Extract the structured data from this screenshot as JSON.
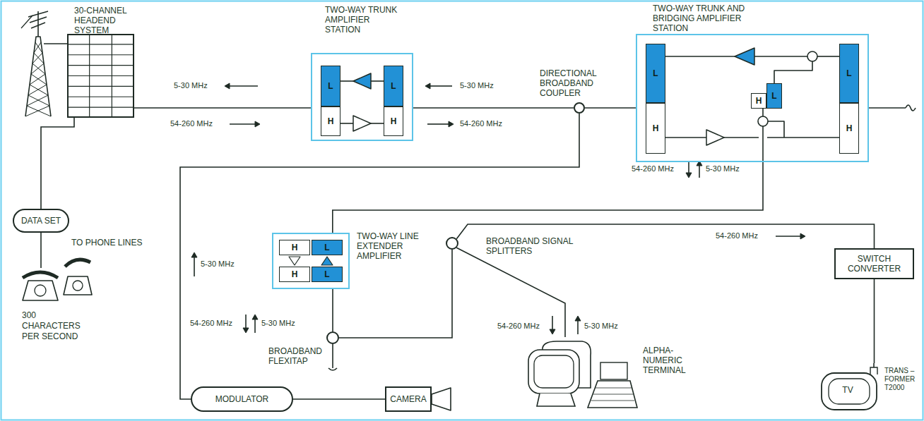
{
  "diagram": {
    "nodes": [
      {
        "text": [
          "30-CHANNEL HEADEND SYSTEM"
        ]
      },
      {
        "text": [
          "TWO-WAY TRUNK AMPLIFIER STATION"
        ]
      },
      {
        "text": [
          "L"
        ],
        "in": 1
      },
      {
        "text": [
          "H"
        ],
        "in": 1
      },
      {
        "text": [
          "L"
        ],
        "in": 1
      },
      {
        "text": [
          "H"
        ],
        "in": 1
      },
      {
        "text": [
          "DIRECTIONAL BROADBAND COUPLER"
        ]
      },
      {
        "text": [
          "TWO-WAY TRUNK AND BRIDGING AMPLIFIER STATION"
        ]
      },
      {
        "text": [
          "L"
        ],
        "in": 7
      },
      {
        "text": [
          "H"
        ],
        "in": 7
      },
      {
        "text": [
          "H"
        ],
        "in": 7
      },
      {
        "text": [
          "L"
        ],
        "in": 7
      },
      {
        "text": [
          "L"
        ],
        "in": 7
      },
      {
        "text": [
          "H"
        ],
        "in": 7
      },
      {
        "text": [
          "DATA SET"
        ]
      },
      {
        "text": [
          "TWO-WAY LINE EXTENDER AMPLIFIER"
        ]
      },
      {
        "text": [
          "H"
        ],
        "in": 15
      },
      {
        "text": [
          "L"
        ],
        "in": 15
      },
      {
        "text": [
          "H"
        ],
        "in": 15
      },
      {
        "text": [
          "L"
        ],
        "in": 15
      },
      {
        "text": [
          "BROADBAND FLEXITAP"
        ]
      },
      {
        "text": [
          "BROADBAND SIGNAL SPLITTERS"
        ]
      },
      {
        "text": [
          "SWITCH CONVERTER"
        ]
      },
      {
        "text": [
          "MODULATOR"
        ]
      },
      {
        "text": [
          "CAMERA"
        ]
      },
      {
        "text": [
          "ALPHA- NUMERIC TERMINAL"
        ]
      },
      {
        "text": [
          "TV"
        ]
      }
    ],
    "edges": [
      {
        "from": 0,
        "to": 1,
        "arrow": "none"
      },
      {
        "from": 1,
        "to": 6,
        "arrow": "none"
      },
      {
        "from": 6,
        "to": 7,
        "arrow": "none"
      },
      {
        "from": 6,
        "to": 23,
        "arrow": "none"
      },
      {
        "from": 7,
        "to": 15,
        "arrow": "none"
      },
      {
        "from": 15,
        "to": 20,
        "arrow": "none"
      },
      {
        "from": 20,
        "to": 21,
        "arrow": "none"
      },
      {
        "from": 21,
        "to": 22,
        "arrow": "none"
      },
      {
        "from": 21,
        "to": 25,
        "arrow": "none"
      },
      {
        "from": 22,
        "to": 26,
        "arrow": "none"
      },
      {
        "from": 0,
        "to": 14,
        "arrow": "none"
      },
      {
        "from": 24,
        "to": 23,
        "arrow": "none"
      }
    ],
    "labels": [
      "5-30 MHz",
      "54-260 MHz",
      "5-30 MHz",
      "54-260 MHz",
      "54-260 MHz",
      "5-30 MHz",
      "5-30 MHz",
      "54-260 MHz",
      "5-30 MHz",
      "54-260 MHz",
      "54-260 MHz",
      "5-30 MHz",
      "TO PHONE LINES",
      "300 CHARACTERS PER SECOND",
      "TRANS – FORMER T2000"
    ]
  }
}
